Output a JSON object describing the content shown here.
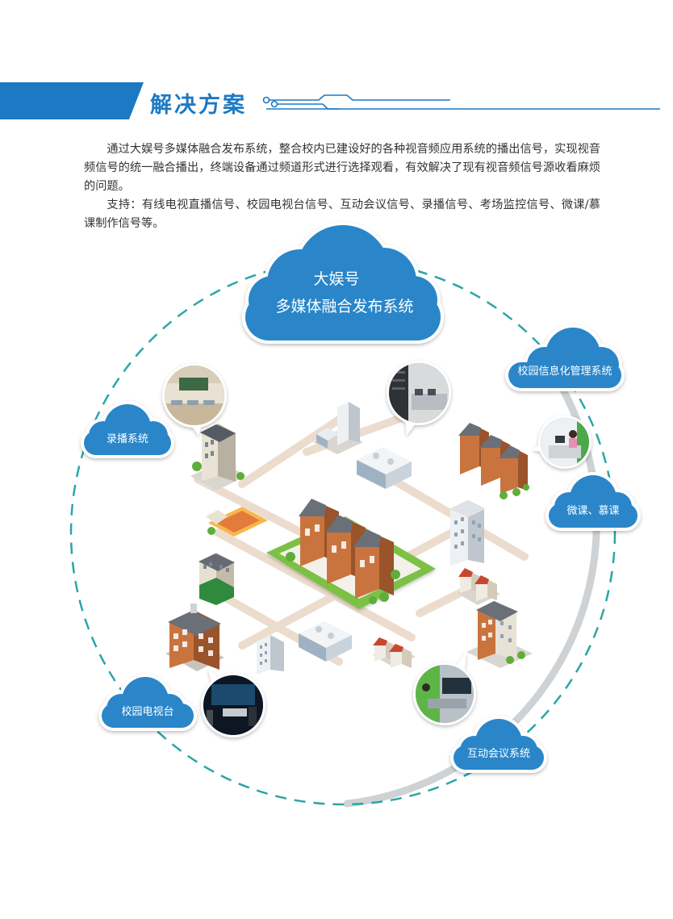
{
  "section_title": "解决方案",
  "intro": {
    "paragraph1": "通过大娱号多媒体融合发布系统，整合校内已建设好的各种视音频应用系统的播出信号，实现视音频信号的统一融合播出，终端设备通过频道形式进行选择观看，有效解决了现有视音频信号源收看麻烦的问题。",
    "paragraph2": "支持：有线电视直播信号、校园电视台信号、互动会议信号、录播信号、考场监控信号、微课/慕课制作信号等。"
  },
  "diagram": {
    "center_cloud": {
      "line1": "大娱号",
      "line2": "多媒体融合发布系统"
    },
    "clouds": {
      "recording": "录播系统",
      "campus_info": "校园信息化管理系统",
      "micro_course": "微课、慕课",
      "campus_tv": "校园电视台",
      "conference": "互动会议系统"
    }
  },
  "colors": {
    "brand_blue": "#1d79c3",
    "cloud_blue": "#2a86c9",
    "dashed_teal": "#2aa6a6",
    "grass_green": "#7cc145"
  }
}
